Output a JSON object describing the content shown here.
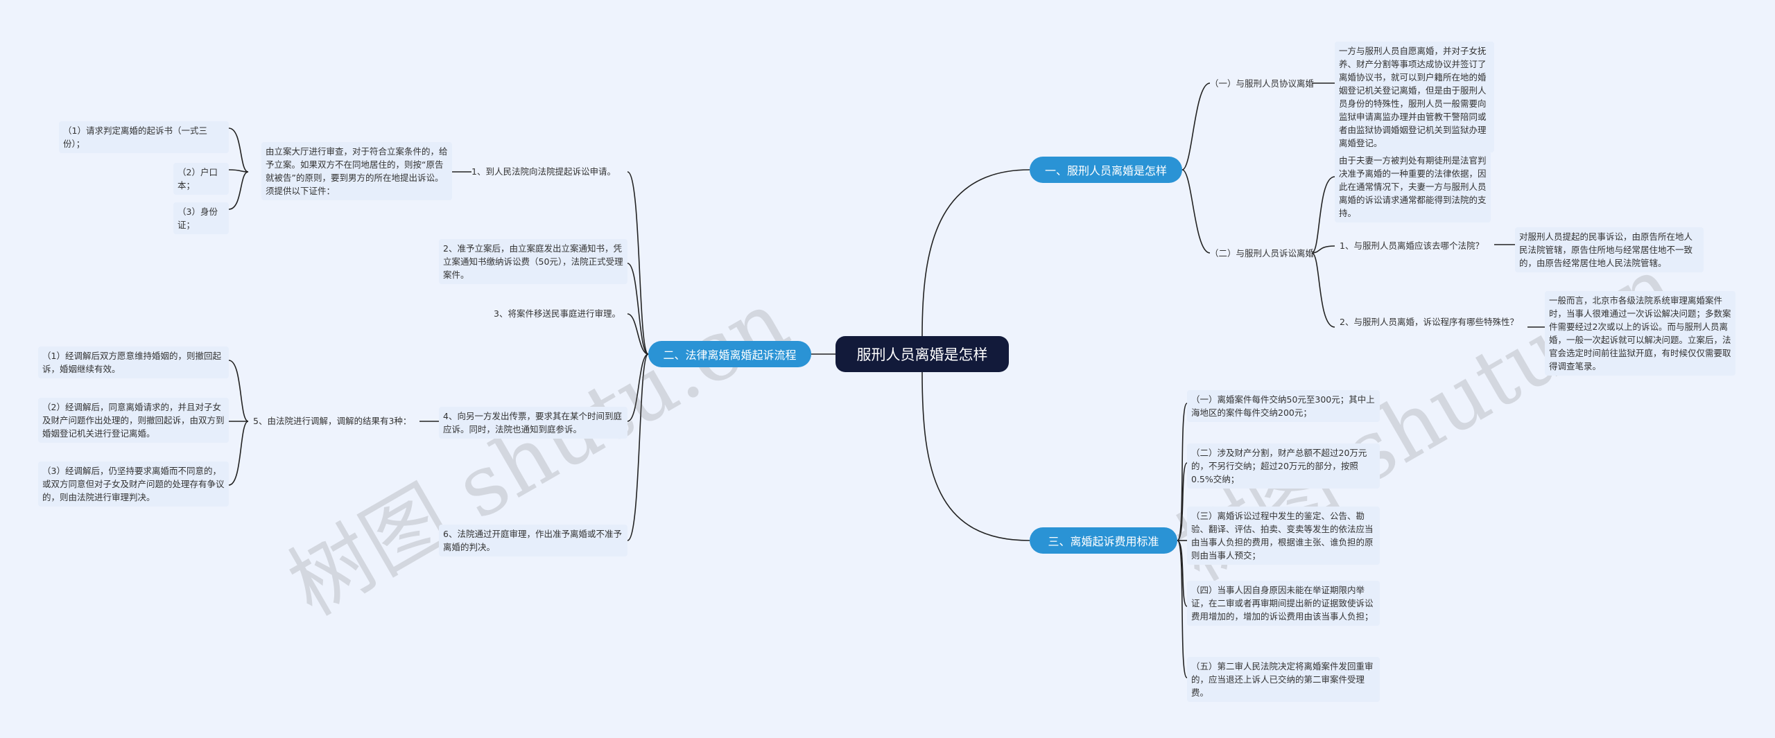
{
  "watermark": "树图 shutu.cn",
  "root": "服刑人员离婚是怎样",
  "colors": {
    "branch": "#2a93d5",
    "root": "#121a3a",
    "line": "#222222",
    "leaf_bg": "#e6eefb"
  },
  "branch1": {
    "title": "一、服刑人员离婚是怎样",
    "sub1": {
      "label": "（一）与服刑人员协议离婚",
      "text": "一方与服刑人员自愿离婚，并对子女抚养、财产分割等事项达成协议并签订了离婚协议书，就可以到户籍所在地的婚姻登记机关登记离婚，但是由于服刑人员身份的特殊性，服刑人员一般需要向监狱申请离监办理并由管教干警陪同或者由监狱协调婚姻登记机关到监狱办理离婚登记。"
    },
    "sub2": {
      "label": "（二）与服刑人员诉讼离婚",
      "text": "由于夫妻一方被判处有期徒刑是法官判决准予离婚的一种重要的法律依据，因此在通常情况下，夫妻一方与服刑人员离婚的诉讼请求通常都能得到法院的支持。",
      "q1": {
        "label": "1、与服刑人员离婚应该去哪个法院？",
        "answer": "对服刑人员提起的民事诉讼，由原告所在地人民法院管辖，原告住所地与经常居住地不一致的，由原告经常居住地人民法院管辖。"
      },
      "q2": {
        "label": "2、与服刑人员离婚，诉讼程序有哪些特殊性？",
        "answer": "一般而言，北京市各级法院系统审理离婚案件时，当事人很难通过一次诉讼解决问题；多数案件需要经过2次或以上的诉讼。而与服刑人员离婚，一般一次起诉就可以解决问题。立案后，法官会选定时间前往监狱开庭，有时候仅仅需要取得调查笔录。"
      }
    }
  },
  "branch2": {
    "title": "二、法律离婚离婚起诉流程",
    "step1": {
      "label": "1、到人民法院向法院提起诉讼申请。",
      "detail": "由立案大厅进行审查，对于符合立案条件的，给予立案。如果双方不在同地居住的，则按“原告就被告”的原则，要到男方的所在地提出诉讼。须提供以下证件：",
      "docs": [
        "（1）请求判定离婚的起诉书（一式三份）；",
        "（2）户口本；",
        "（3）身份证；"
      ]
    },
    "step2": "2、准予立案后，由立案庭发出立案通知书，凭立案通知书缴纳诉讼费（50元），法院正式受理案件。",
    "step3": "3、将案件移送民事庭进行审理。",
    "step4": "4、向另一方发出传票，要求其在某个时间到庭应诉。同时，法院也通知到庭参诉。",
    "step5": {
      "label": "5、由法院进行调解，调解的结果有3种：",
      "results": [
        "（1）经调解后双方愿意维持婚姻的，则撤回起诉，婚姻继续有效。",
        "（2）经调解后，同意离婚请求的，并且对子女及财产问题作出处理的，则撤回起诉，由双方到婚姻登记机关进行登记离婚。",
        "（3）经调解后，仍坚持要求离婚而不同意的，或双方同意但对子女及财产问题的处理存有争议的，则由法院进行审理判决。"
      ]
    },
    "step6": "6、法院通过开庭审理，作出准予离婚或不准予离婚的判决。"
  },
  "branch3": {
    "title": "三、离婚起诉费用标准",
    "items": [
      "（一）离婚案件每件交纳50元至300元；其中上海地区的案件每件交纳200元；",
      "（二）涉及财产分割，财产总额不超过20万元的，不另行交纳；超过20万元的部分，按照0.5%交纳；",
      "（三）离婚诉讼过程中发生的鉴定、公告、勘验、翻译、评估、拍卖、变卖等发生的依法应当由当事人负担的费用，根据谁主张、谁负担的原则由当事人预交；",
      "（四）当事人因自身原因未能在举证期限内举证，在二审或者再审期间提出新的证据致使诉讼费用增加的，增加的诉讼费用由该当事人负担；",
      "（五）第二审人民法院决定将离婚案件发回重审的，应当退还上诉人已交纳的第二审案件受理费。"
    ]
  }
}
